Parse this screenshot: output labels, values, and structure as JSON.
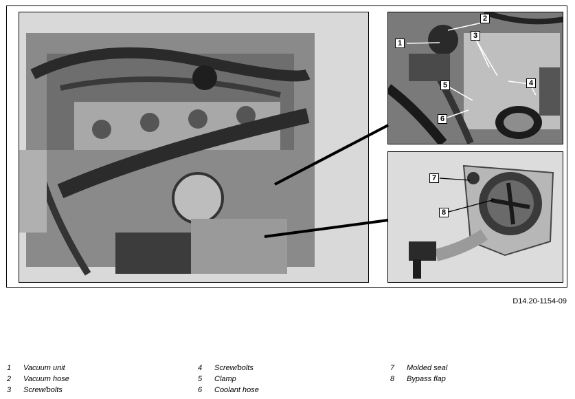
{
  "figure": {
    "id_code": "D14.20-1154-09"
  },
  "callouts": [
    {
      "num": "1"
    },
    {
      "num": "2"
    },
    {
      "num": "3"
    },
    {
      "num": "4"
    },
    {
      "num": "5"
    },
    {
      "num": "6"
    },
    {
      "num": "7"
    },
    {
      "num": "8"
    }
  ],
  "legend": {
    "columns": [
      [
        {
          "num": "1",
          "label": "Vacuum unit"
        },
        {
          "num": "2",
          "label": "Vacuum hose"
        },
        {
          "num": "3",
          "label": "Screw/bolts"
        }
      ],
      [
        {
          "num": "4",
          "label": "Screw/bolts"
        },
        {
          "num": "5",
          "label": "Clamp"
        },
        {
          "num": "6",
          "label": "Coolant hose"
        }
      ],
      [
        {
          "num": "7",
          "label": "Molded seal"
        },
        {
          "num": "8",
          "label": "Bypass flap"
        }
      ]
    ]
  }
}
